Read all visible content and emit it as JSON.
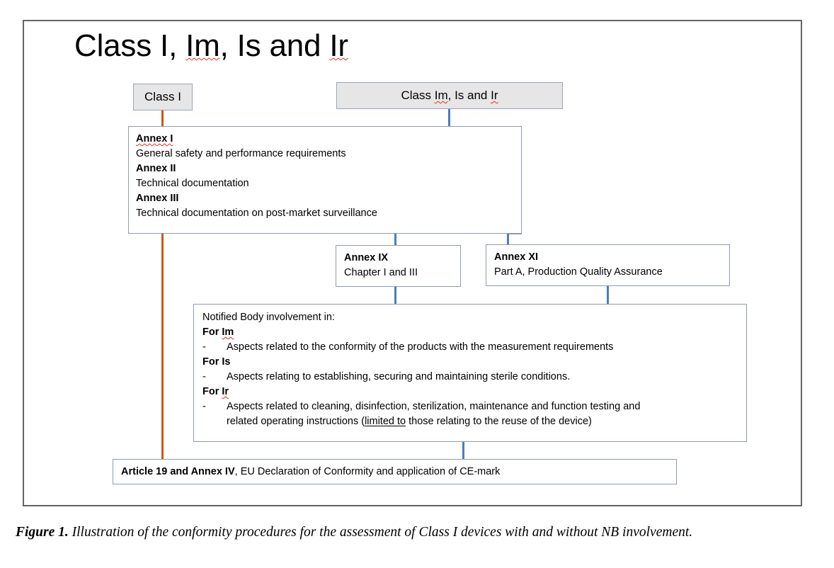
{
  "figure": {
    "title": "Class I, Im, Is and Ir",
    "caption_label": "Figure 1.",
    "caption_text": " Illustration of the conformity procedures for the assessment of Class I devices with and without NB involvement."
  },
  "nodes": {
    "class_i": {
      "label": "Class I"
    },
    "class_im_is_ir": {
      "label": "Class Im, Is and Ir"
    },
    "annex_i": {
      "heading_1": "Annex I",
      "text_1": "General safety and performance requirements",
      "heading_2": "Annex II",
      "text_2": "Technical documentation",
      "heading_3": "Annex III",
      "text_3": "Technical documentation on post-market surveillance"
    },
    "annex_ix": {
      "heading": "Annex IX",
      "text": "Chapter I and III"
    },
    "annex_xi": {
      "heading": "Annex XI",
      "text": "Part A, Production Quality Assurance"
    },
    "notified_body": {
      "intro": "Notified Body involvement in:",
      "group_im_label": "For Im",
      "group_im_bullet_dash": "-",
      "group_im_bullet": "Aspects related to the conformity of the products with the measurement requirements",
      "group_is_label": "For Is",
      "group_is_bullet_dash": "-",
      "group_is_bullet": "Aspects relating to establishing, securing and maintaining sterile conditions.",
      "group_ir_label": "For Ir",
      "group_ir_bullet_dash": "-",
      "group_ir_bullet_line1": "Aspects related to cleaning, disinfection, sterilization, maintenance and function testing and",
      "group_ir_bullet_line2_a": "related operating instructions (",
      "group_ir_bullet_line2_underlined": "limited to",
      "group_ir_bullet_line2_b": " those relating to the reuse of the device)"
    },
    "article_19": {
      "bold_part": "Article 19 and Annex IV",
      "rest": ", EU Declaration of Conformity and application of CE-mark"
    }
  },
  "colors": {
    "connector_blue": "#4a7ebb",
    "connector_orange": "#c55a11",
    "box_border": "#8f9bb3",
    "box_shaded_fill": "#e6e6e6",
    "frame_border": "#646464",
    "spellcheck_underline": "#e03030"
  }
}
